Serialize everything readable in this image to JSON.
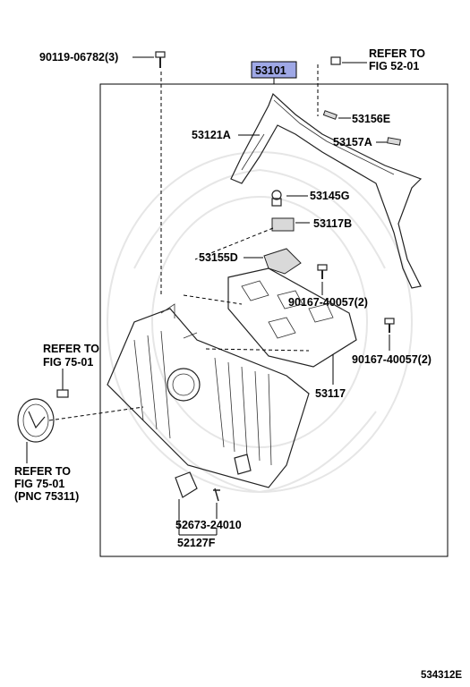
{
  "diagram": {
    "highlight_color": "#9fa8e6",
    "figure_code": "534312E",
    "labels": {
      "p90119": "90119-06782(3)",
      "p53101": "53101",
      "refer_52_line1": "REFER TO",
      "refer_52_line2": "FIG 52-01",
      "p53156e": "53156E",
      "p53121a": "53121A",
      "p53157a": "53157A",
      "p53145g": "53145G",
      "p53117b": "53117B",
      "p53155d": "53155D",
      "p90167_a": "90167-40057(2)",
      "refer_75_line1": "REFER TO",
      "refer_75_line2": "FIG 75-01",
      "p90167_b": "90167-40057(2)",
      "p53117": "53117",
      "refer_bottom_line1": "REFER TO",
      "refer_bottom_line2": "FIG 75-01",
      "refer_bottom_line3": "(PNC 75311)",
      "p52673": "52673-24010",
      "p52127f": "52127F"
    }
  }
}
